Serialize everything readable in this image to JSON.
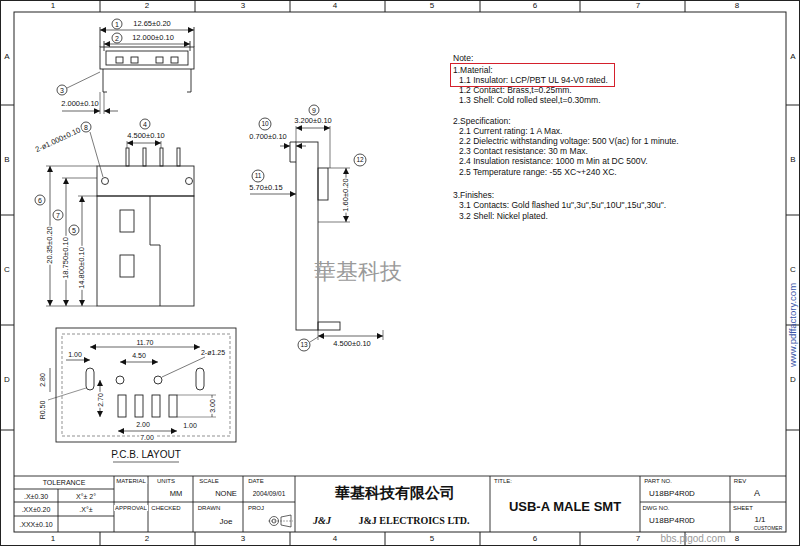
{
  "diagram": {
    "nodes": [
      {
        "text": [
          "1.Material:",
          "1.1 Insulator: LCP/PBT UL 94-V0 rated."
        ]
      }
    ],
    "labels": [
      "1",
      "2",
      "3",
      "4",
      "5",
      "6",
      "7",
      "8",
      "1",
      "2",
      "3",
      "4",
      "5",
      "6",
      "7",
      "8",
      "A",
      "B",
      "C",
      "D",
      "A",
      "B",
      "C",
      "D",
      "1",
      "12.65±0.20",
      "2",
      "12.000±0.10",
      "3",
      "2.000±0.10",
      "8",
      "2-ø1.000±0.10",
      "4",
      "4.500±0.10",
      "6",
      "20.35±0.20",
      "7",
      "18.750±0.10",
      "5",
      "14.800±0.10",
      "9",
      "3.200±0.10",
      "10",
      "0.700±0.10",
      "11",
      "5.70±0.15",
      "12",
      "1.60±0.20",
      "13",
      "4.500±0.10",
      "11.70",
      "1.00",
      "4.50",
      "2-ø1.25",
      "2.80",
      "R0.50",
      "3.00",
      "1.00",
      "2.00",
      "2.70",
      "7.00",
      "P.C.B. LAYOUT",
      "Note:",
      "1.2 Contact: Brass,t=0.25mm.",
      "1.3 Shell: Cold rolled steel,t=0.30mm.",
      "2.Specification:",
      "2.1 Current rating: 1 A Max.",
      "2.2 Dielectric withstanding voltage: 500 V(ac) for 1 minute.",
      "2.3 Contact resistance: 30 m Max.",
      "2.4 Insulation resistance: 1000 m Min at DC 500V.",
      "2.5 Temperature range: -55 XC~+240 XC.",
      "3.Finishes:",
      "3.1 Contacts: Gold flashed 1u\",3u\",5u\",10U\",15u\",30u\".",
      "3.2 Shell: Nickel plated.",
      "華基科技",
      "www.pdffactory.com",
      "bbs.pigod.com",
      "TOLERANCE",
      ".X±0.30",
      "X°± 2°",
      ".XX±0.20",
      ".X°±",
      ".XXX±0.10",
      "MATERIAL",
      "UNITS",
      "MM",
      "SCALE",
      "NONE",
      "DATE",
      "2004/09/01",
      "APPROVAL",
      "CHECKED",
      "DRAWN",
      "Joe",
      "PROJ",
      "華基科技有限公司",
      "J&J",
      "J&J ELECTROICS LTD.",
      "TITLE:",
      "USB-A MALE SMT",
      "PART NO.",
      "U18BP4R0D",
      "DWG NO.",
      "U18BP4R0D",
      "REV",
      "A",
      "SHEET",
      "1/1",
      "CUSTOMER"
    ]
  }
}
